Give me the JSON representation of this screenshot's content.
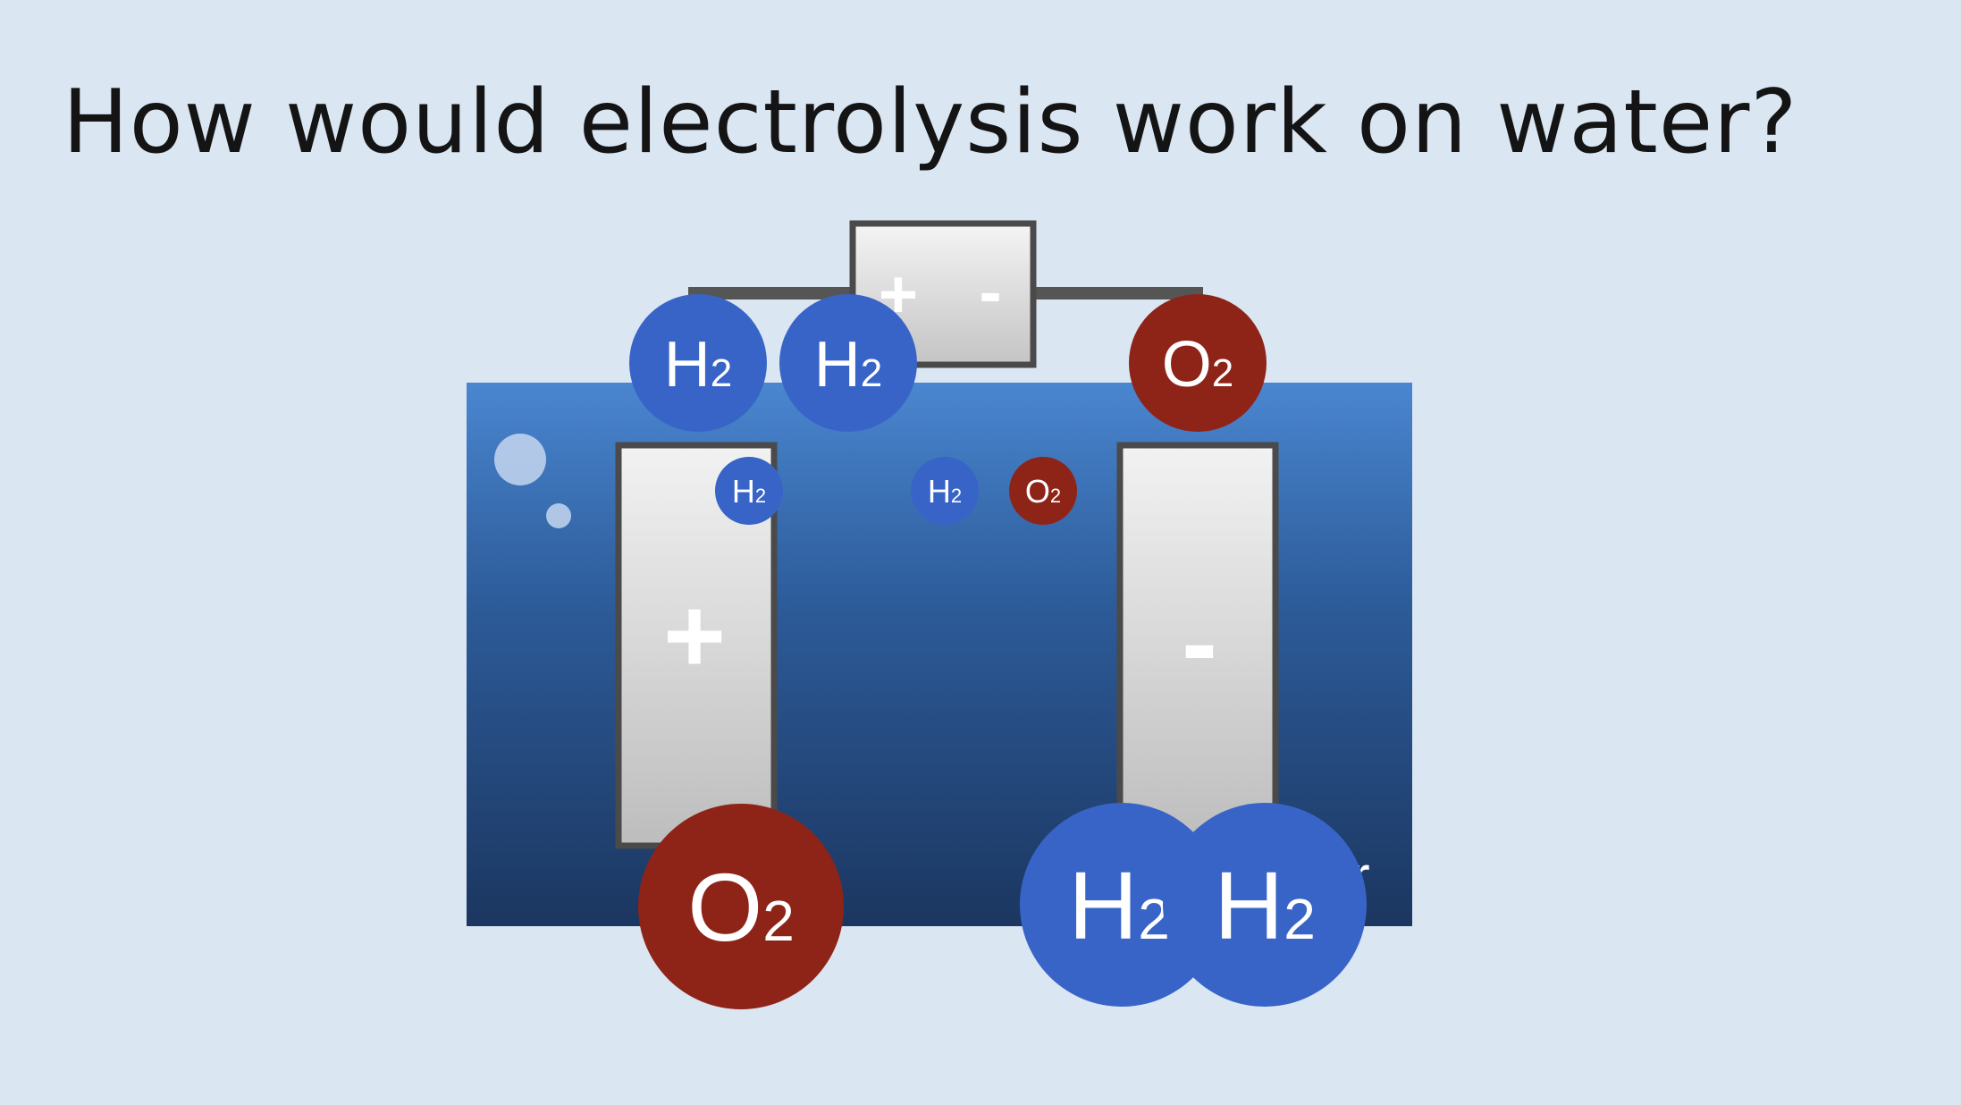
{
  "slide": {
    "title": "How would electrolysis work on water?"
  },
  "power_source": {
    "positive_sign": "+",
    "negative_sign": "-"
  },
  "electrodes": {
    "anode_sign": "+",
    "cathode_sign": "-"
  },
  "molecules": {
    "hydrogen": {
      "base": "H",
      "sub": "2",
      "color": "#3864c8"
    },
    "oxygen": {
      "base": "O",
      "sub": "2",
      "color": "#8e2418"
    },
    "partial_hydrogen_label": "H",
    "partial_hydrogen_sub": "2"
  },
  "water": {
    "partial_label": "r",
    "top_color": "#4a86d0",
    "bottom_color": "#1b3660"
  }
}
